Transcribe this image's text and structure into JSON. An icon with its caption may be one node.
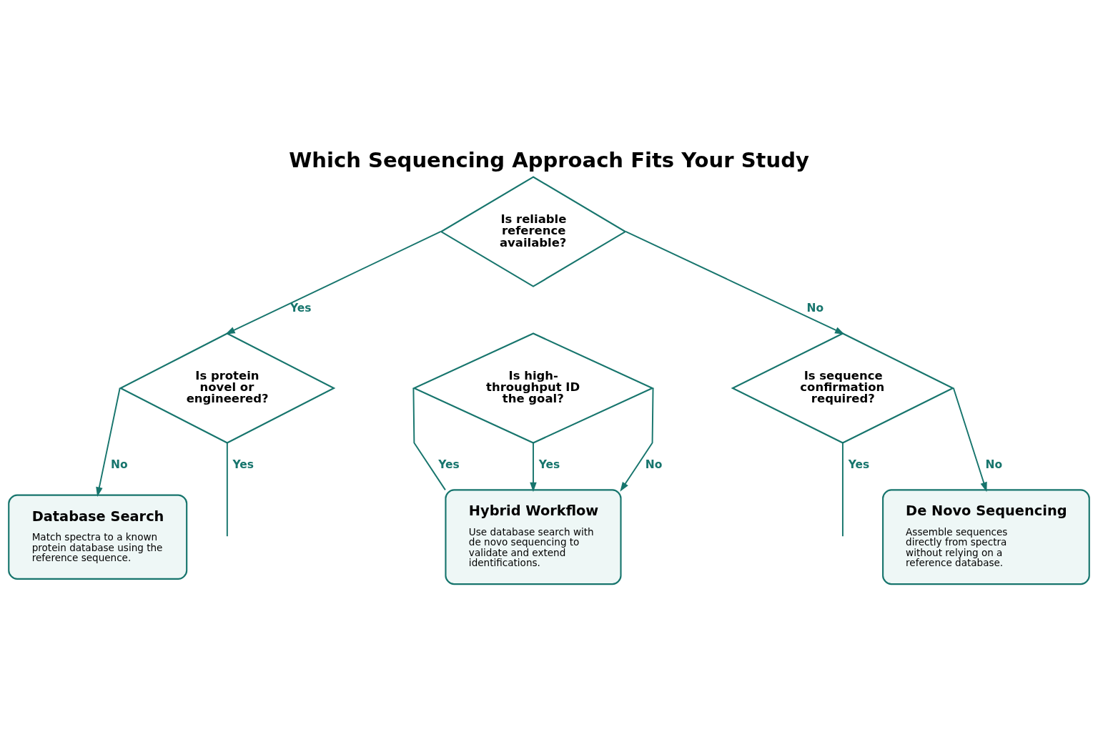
{
  "diagram": {
    "title": "Which Sequencing Approach Fits Your Study",
    "nodes": [
      {
        "text": [
          "Is reliable reference available?"
        ]
      },
      {
        "text": [
          "Is protein novel or engineered?"
        ]
      },
      {
        "text": [
          "Is sequence confirmation required?"
        ]
      },
      {
        "text": [
          "Is high-throughput ID the goal?"
        ]
      },
      {
        "text": [
          "Database Search",
          "Match spectra to a known protein database using the reference sequence."
        ]
      },
      {
        "text": [
          "Hybrid Workflow",
          "Use database search with de novo sequencing to validate and extend identifications."
        ]
      },
      {
        "text": [
          "De Novo Sequencing",
          "Assemble sequences directly from spectra without relying on a reference database."
        ]
      }
    ],
    "edges": [
      {
        "from": 0,
        "to": 1,
        "arrow": "to",
        "label": "Yes"
      },
      {
        "from": 0,
        "to": 2,
        "arrow": "to",
        "label": "No"
      },
      {
        "from": 1,
        "to": 4,
        "arrow": "to",
        "label": "No"
      },
      {
        "from": 1,
        "to": null,
        "arrow": "none",
        "label": "Yes"
      },
      {
        "from": 2,
        "to": null,
        "arrow": "none",
        "label": "Yes"
      },
      {
        "from": 2,
        "to": 6,
        "arrow": "to",
        "label": "No"
      },
      {
        "from": 3,
        "to": 5,
        "arrow": "none",
        "label": "Yes"
      },
      {
        "from": 3,
        "to": 5,
        "arrow": "to",
        "label": "Yes"
      },
      {
        "from": 3,
        "to": 5,
        "arrow": "to",
        "label": "No"
      }
    ]
  }
}
